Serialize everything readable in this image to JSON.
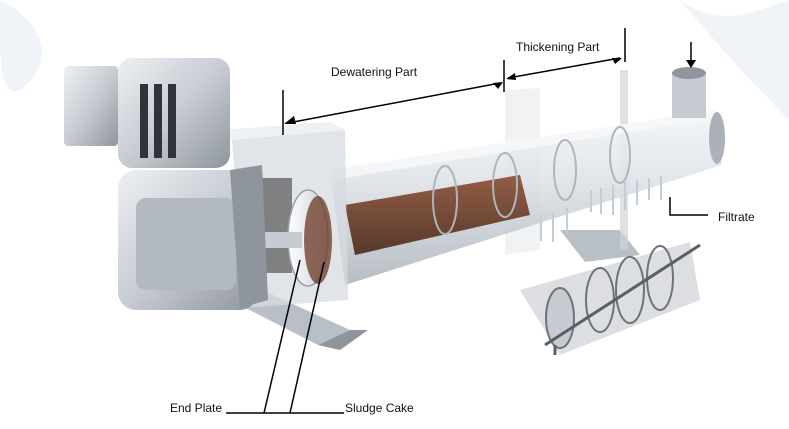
{
  "labels": {
    "dewatering": "Dewatering Part",
    "thickening": "Thickening Part",
    "filtrate": "Filtrate",
    "end_plate": "End Plate",
    "sludge_cake": "Sludge Cake"
  },
  "colors": {
    "background": "#ffffff",
    "motor_body": "#c7ccd3",
    "motor_shadow": "#8f959c",
    "tube_glass": "#dde2e7",
    "sludge": "#6b3a25",
    "frame": "#b9bfc6",
    "annotation": "#000000",
    "splash": "#e6ecf3"
  }
}
